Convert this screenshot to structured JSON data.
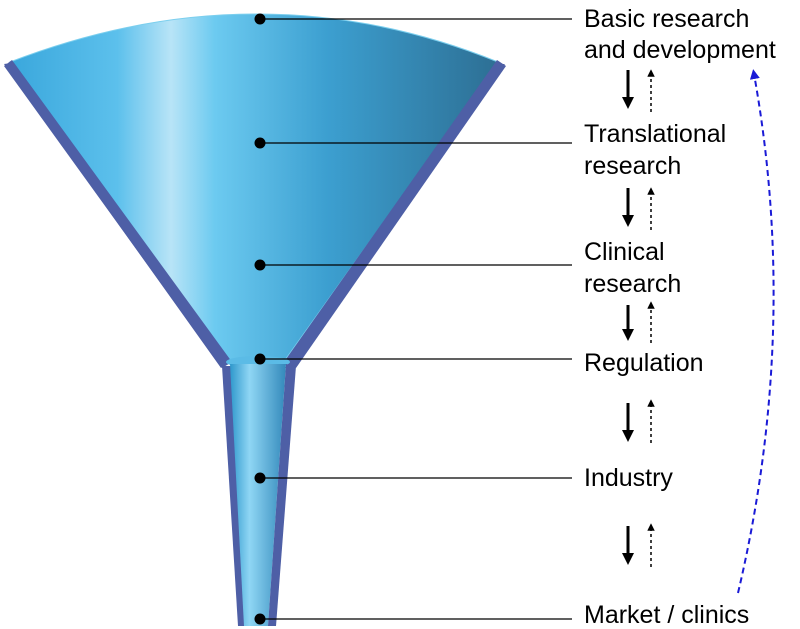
{
  "diagram": {
    "stages": [
      {
        "lines": [
          "Basic research",
          "and development"
        ]
      },
      {
        "lines": [
          "Translational",
          "research"
        ]
      },
      {
        "lines": [
          "Clinical",
          "research"
        ]
      },
      {
        "lines": [
          "Regulation"
        ]
      },
      {
        "lines": [
          "Industry"
        ]
      },
      {
        "lines": [
          "Market / clinics"
        ]
      }
    ],
    "colors": {
      "funnel_light": "#b8e4f7",
      "funnel_mid": "#44b6e6",
      "funnel_dark": "#2f7fa8",
      "funnel_rim": "#4e5fa6",
      "line": "#000000",
      "feedback_arrow": "#1a1ad6"
    }
  }
}
